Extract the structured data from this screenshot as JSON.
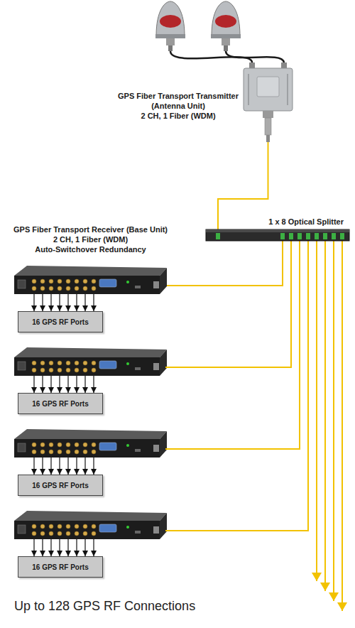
{
  "diagram": {
    "caption": "Up to 128 GPS RF Connections",
    "nodes": [
      {
        "text": [
          "GPS Fiber Transport Transmitter (Antenna Unit) 2 CH, 1 Fiber (WDM)"
        ]
      },
      {
        "text": [
          "1 x 8 Optical Splitter"
        ]
      },
      {
        "text": [
          "GPS Fiber Transport Receiver (Base Unit) 2 CH, 1 Fiber (WDM) Auto-Switchover Redundancy"
        ]
      },
      {
        "text": [
          "16 GPS RF Ports"
        ]
      },
      {
        "text": [
          "16 GPS RF Ports"
        ]
      },
      {
        "text": [
          "16 GPS RF Ports"
        ]
      },
      {
        "text": [
          "16 GPS RF Ports"
        ]
      }
    ],
    "edges": [
      {
        "from": 0,
        "to": 1,
        "arrow": "none"
      },
      {
        "from": 1,
        "to": 2,
        "arrow": "none"
      },
      {
        "from": 2,
        "to": 3,
        "arrow": "to"
      }
    ]
  }
}
